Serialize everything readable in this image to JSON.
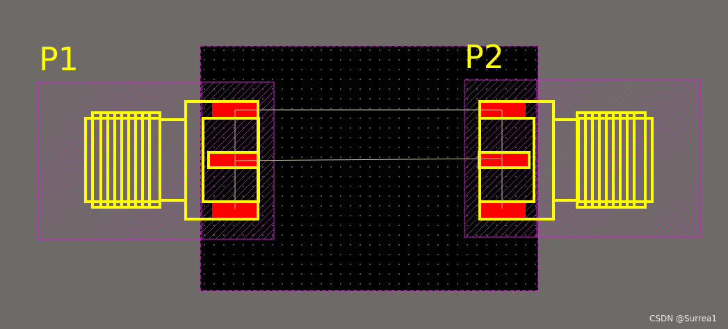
{
  "designators": {
    "p1": "P1",
    "p2": "P2"
  },
  "watermark": "CSDN @Surrea1",
  "colors": {
    "background": "#6e6a68",
    "board": "#000000",
    "board_outline": "#d020d0",
    "silkscreen": "#ffff00",
    "pad": "#ff0000",
    "courtyard": "#c040c0",
    "ratsnest": "#c8c8a0",
    "grid_dot": "#8a8a8a"
  }
}
